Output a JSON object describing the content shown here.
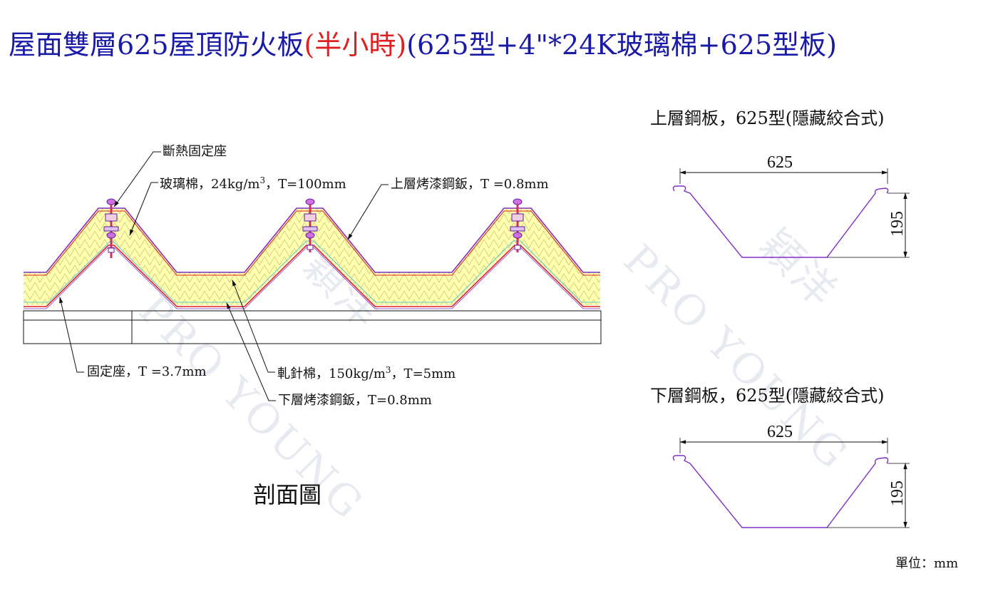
{
  "title": {
    "part1": "屋面雙層625屋頂防火板",
    "part2": "(半小時)",
    "part3": "(625型+4\"*24K玻璃棉+625型板)"
  },
  "colors": {
    "title_blue": "#1a1aa8",
    "title_red": "#e02020",
    "profile_purple": "#8030c8",
    "steel_red": "#e02020",
    "insulation_yellow": "#ffffb0"
  },
  "section": {
    "labels": {
      "clip": "斷熱固定座",
      "glasswool": "玻璃棉，24kg/m",
      "glasswool_sup": "3",
      "glasswool_t": "，T=100mm",
      "upper_sheet": "上層烤漆鋼鈑，T =0.8mm",
      "bracket": "固定座，T =3.7mm",
      "felt": "軋針棉，150kg/m",
      "felt_sup": "3",
      "felt_t": "，T=5mm",
      "lower_sheet": "下層烤漆鋼鈑，T=0.8mm"
    },
    "caption": "剖面圖"
  },
  "upper_profile": {
    "title": "上層鋼板，625型(隱藏絞合式)",
    "width": "625",
    "height": "195"
  },
  "lower_profile": {
    "title": "下層鋼板，625型(隱藏絞合式)",
    "width": "625",
    "height": "195"
  },
  "unit": "單位：mm",
  "watermark": {
    "left_en": "PRO YOUNG",
    "left_cn": "穎洋",
    "right_en": "PRO YOUNG",
    "right_cn": "穎洋"
  }
}
